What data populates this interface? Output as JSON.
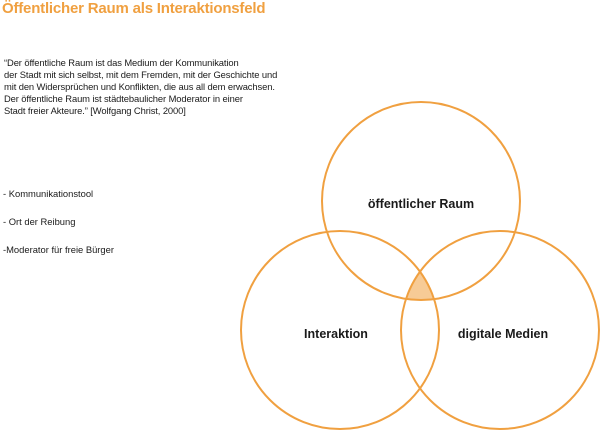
{
  "title": "Öffentlicher Raum als Interaktionsfeld",
  "quote_lines": [
    "“Der öffentliche Raum ist das Medium der Kommunikation",
    "der Stadt mit sich selbst, mit dem Fremden,  mit der Geschichte und",
    "mit den Widersprüchen und Konflikten, die aus all dem erwachsen.",
    " Der öffentliche Raum ist städtebaulicher Moderator in einer",
    "Stadt freier Akteure.” [Wolfgang Christ, 2000]"
  ],
  "bullets": [
    "- Kommunikationstool",
    "- Ort der Reibung",
    "-Moderator für freie Bürger"
  ],
  "venn": {
    "circles": [
      "öffentlicher Raum",
      "Interaktion",
      "digitale Medien"
    ]
  },
  "colors": {
    "accent": "#F0A040",
    "text": "#1a1a1a",
    "overlap": "#F0A040"
  }
}
